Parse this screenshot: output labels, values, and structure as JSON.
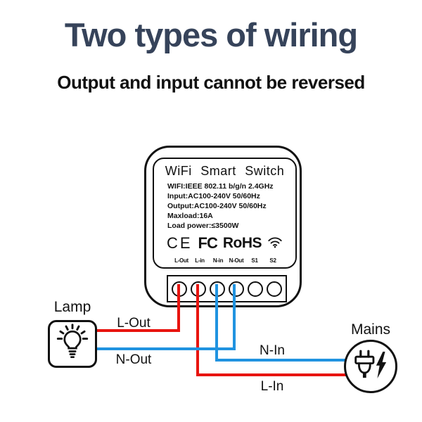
{
  "page": {
    "title": "Two types of wiring",
    "subtitle": "Output and input cannot be reversed"
  },
  "device": {
    "name": "WiFi  Smart  Switch",
    "specs": [
      "WIFI:IEEE 802.11 b/g/n 2.4GHz",
      "Input:AC100-240V 50/60Hz",
      "Output:AC100-240V 50/60Hz",
      "Maxload:16A",
      "Load power:≤3500W"
    ],
    "certifications": [
      "CE",
      "FC",
      "RoHS"
    ],
    "wifi_icon": "wifi-signal",
    "terminal_labels": [
      "L-Out",
      "L-in",
      "N-in",
      "N-Out",
      "S1",
      "S2"
    ],
    "terminal_count": 6
  },
  "wiring": {
    "lamp": {
      "label": "Lamp",
      "wires": [
        {
          "label": "L-Out",
          "color": "red"
        },
        {
          "label": "N-Out",
          "color": "blue"
        }
      ]
    },
    "mains": {
      "label": "Mains",
      "wires": [
        {
          "label": "N-In",
          "color": "blue"
        },
        {
          "label": "L-In",
          "color": "red"
        }
      ]
    }
  },
  "colors": {
    "title-color": "#36435a",
    "line-color": "#111111",
    "wire-red": "#e8140f",
    "wire-blue": "#2093e0"
  }
}
